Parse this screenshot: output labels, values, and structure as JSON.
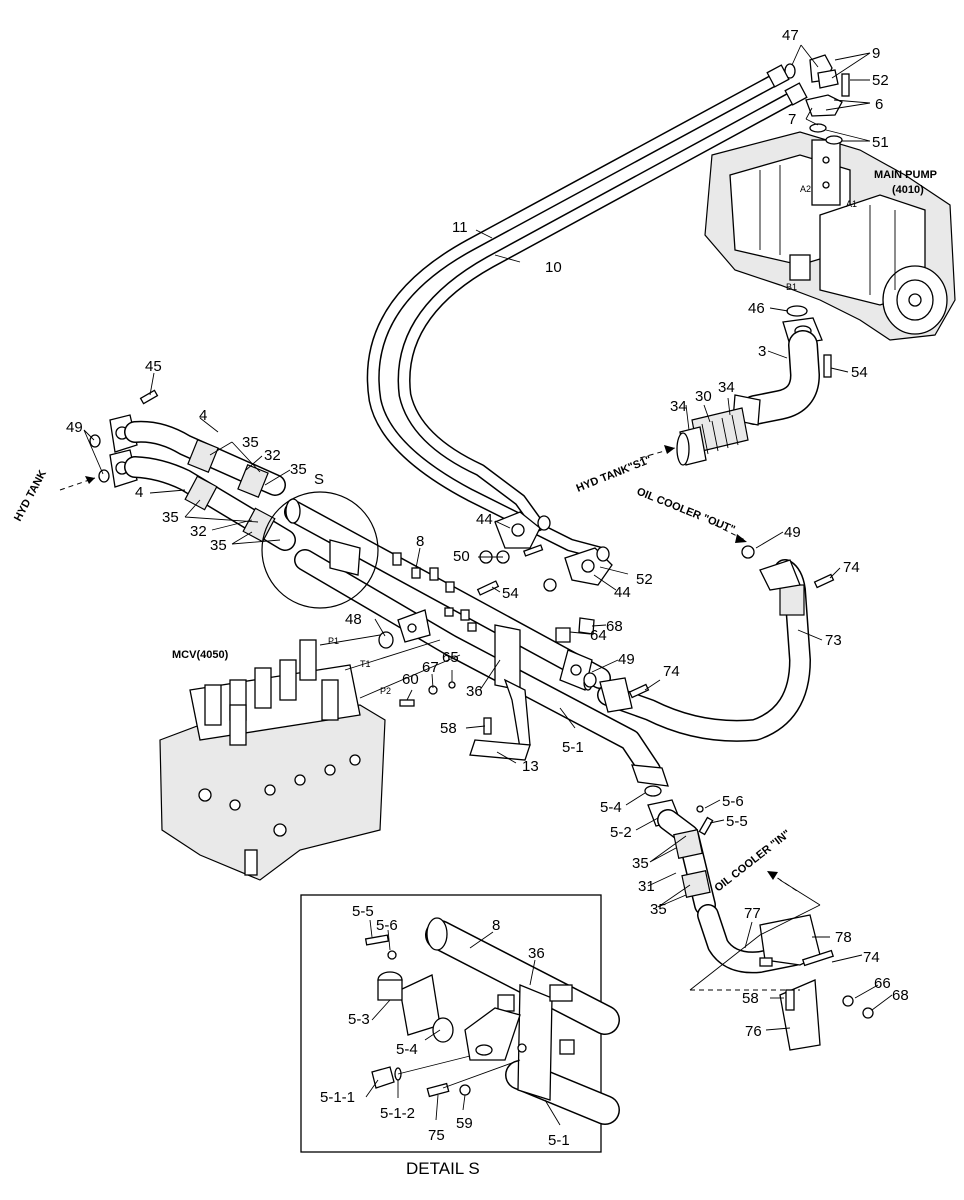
{
  "labels": {
    "p47": "47",
    "p9": "9",
    "p52a": "52",
    "p6": "6",
    "p7": "7",
    "p51": "51",
    "p11": "11",
    "p10": "10",
    "p46": "46",
    "p3": "3",
    "p54a": "54",
    "p34a": "34",
    "p30": "30",
    "p34b": "34",
    "p45": "45",
    "p4a": "4",
    "p49a": "49",
    "p35a": "35",
    "p32a": "32",
    "p35b": "35",
    "p4b": "4",
    "p35c": "35",
    "p32b": "32",
    "p35d": "35",
    "pS": "S",
    "p8": "8",
    "p44a": "44",
    "p50": "50",
    "p54b": "54",
    "p52b": "52",
    "p44b": "44",
    "p49b": "49",
    "p74a": "74",
    "p48": "48",
    "p64": "64",
    "p68a": "68",
    "p73": "73",
    "p67": "67",
    "p65": "65",
    "p60": "60",
    "p36": "36",
    "p49c": "49",
    "p74b": "74",
    "p58a": "58",
    "p13": "13",
    "p5_1": "5-1",
    "p5_4": "5-4",
    "p5_6": "5-6",
    "p5_2": "5-2",
    "p5_5": "5-5",
    "p35e": "35",
    "p31": "31",
    "p35f": "35",
    "p77": "77",
    "p78": "78",
    "p74c": "74",
    "p66": "66",
    "p68b": "68",
    "p58b": "58",
    "p76": "76"
  },
  "detail_labels": {
    "d5_5": "5-5",
    "d5_6": "5-6",
    "d8": "8",
    "d36": "36",
    "d5_3": "5-3",
    "d5_4": "5-4",
    "d5_1_1": "5-1-1",
    "d5_1_2": "5-1-2",
    "d75": "75",
    "d59": "59",
    "d5_1": "5-1"
  },
  "annotations": {
    "main_pump": "MAIN PUMP",
    "main_pump_code": "(4010)",
    "mcv": "MCV(4050)",
    "hyd_tank": "HYD TANK",
    "hyd_tank_s1": "HYD TANK\"S1\"",
    "oil_cooler_out": "OIL COOLER \"OUT\"",
    "oil_cooler_in": "OIL COOLER \"IN\"",
    "port_a1": "A1",
    "port_a2": "A2",
    "port_b1": "B1",
    "port_p1": "P1",
    "port_t1": "T1",
    "port_p2": "P2",
    "detail_caption": "DETAIL  S"
  }
}
